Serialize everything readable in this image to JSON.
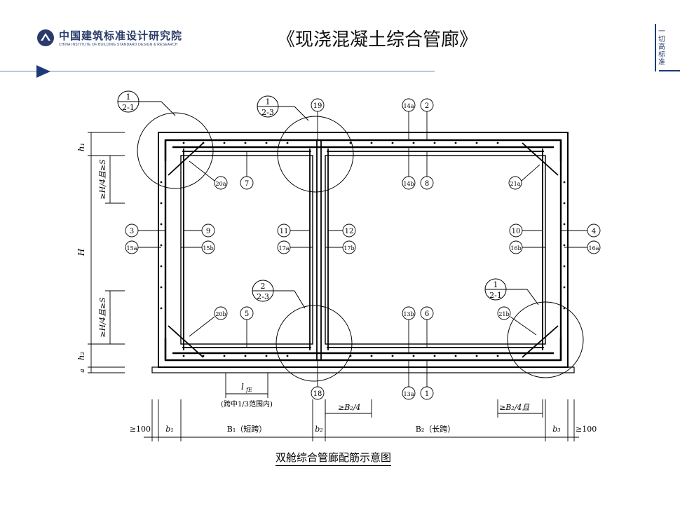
{
  "header": {
    "org_name_cn": "中国建筑标准设计研究院",
    "org_name_en": "CHINA INSTITUTE OF BUILDING STANDARD DESIGN & RESEARCH",
    "title": "《现浇混凝土综合管廊》",
    "side_tag": "一切高标准"
  },
  "diagram": {
    "detail_refs": [
      {
        "num": "1",
        "sheet": "2-1"
      },
      {
        "num": "1",
        "sheet": "2-3"
      },
      {
        "num": "2",
        "sheet": "2-3"
      },
      {
        "num": "1",
        "sheet": "2-1"
      }
    ],
    "callouts": [
      "19",
      "14a",
      "2",
      "20a",
      "7",
      "14b",
      "8",
      "21a",
      "3",
      "9",
      "11",
      "12",
      "10",
      "4",
      "15a",
      "15b",
      "17a",
      "17b",
      "16b",
      "16a",
      "20b",
      "5",
      "13b",
      "6",
      "21b",
      "18",
      "13a",
      "1"
    ],
    "dims": {
      "h1": "h₁",
      "h2": "h₂",
      "H": "H",
      "a": "a",
      "hq_top": "≥H/4且≥S",
      "hq_bot": "≥H/4且≥S",
      "lfe": "l",
      "lfe_sub": "fE",
      "lfe_note": "(跨中1/3范围内)",
      "b2_quarter": "≥B₂/4",
      "b2_quarter_and": "≥B₂/4且",
      "ge100_left": "≥100",
      "b1": "b₁",
      "B1": "B₁（短跨）",
      "b2": "b₂",
      "B2": "B₂（长跨）",
      "b3": "b₃",
      "ge100_right": "≥100"
    },
    "caption": "双舱综合管廊配筋示意图"
  }
}
